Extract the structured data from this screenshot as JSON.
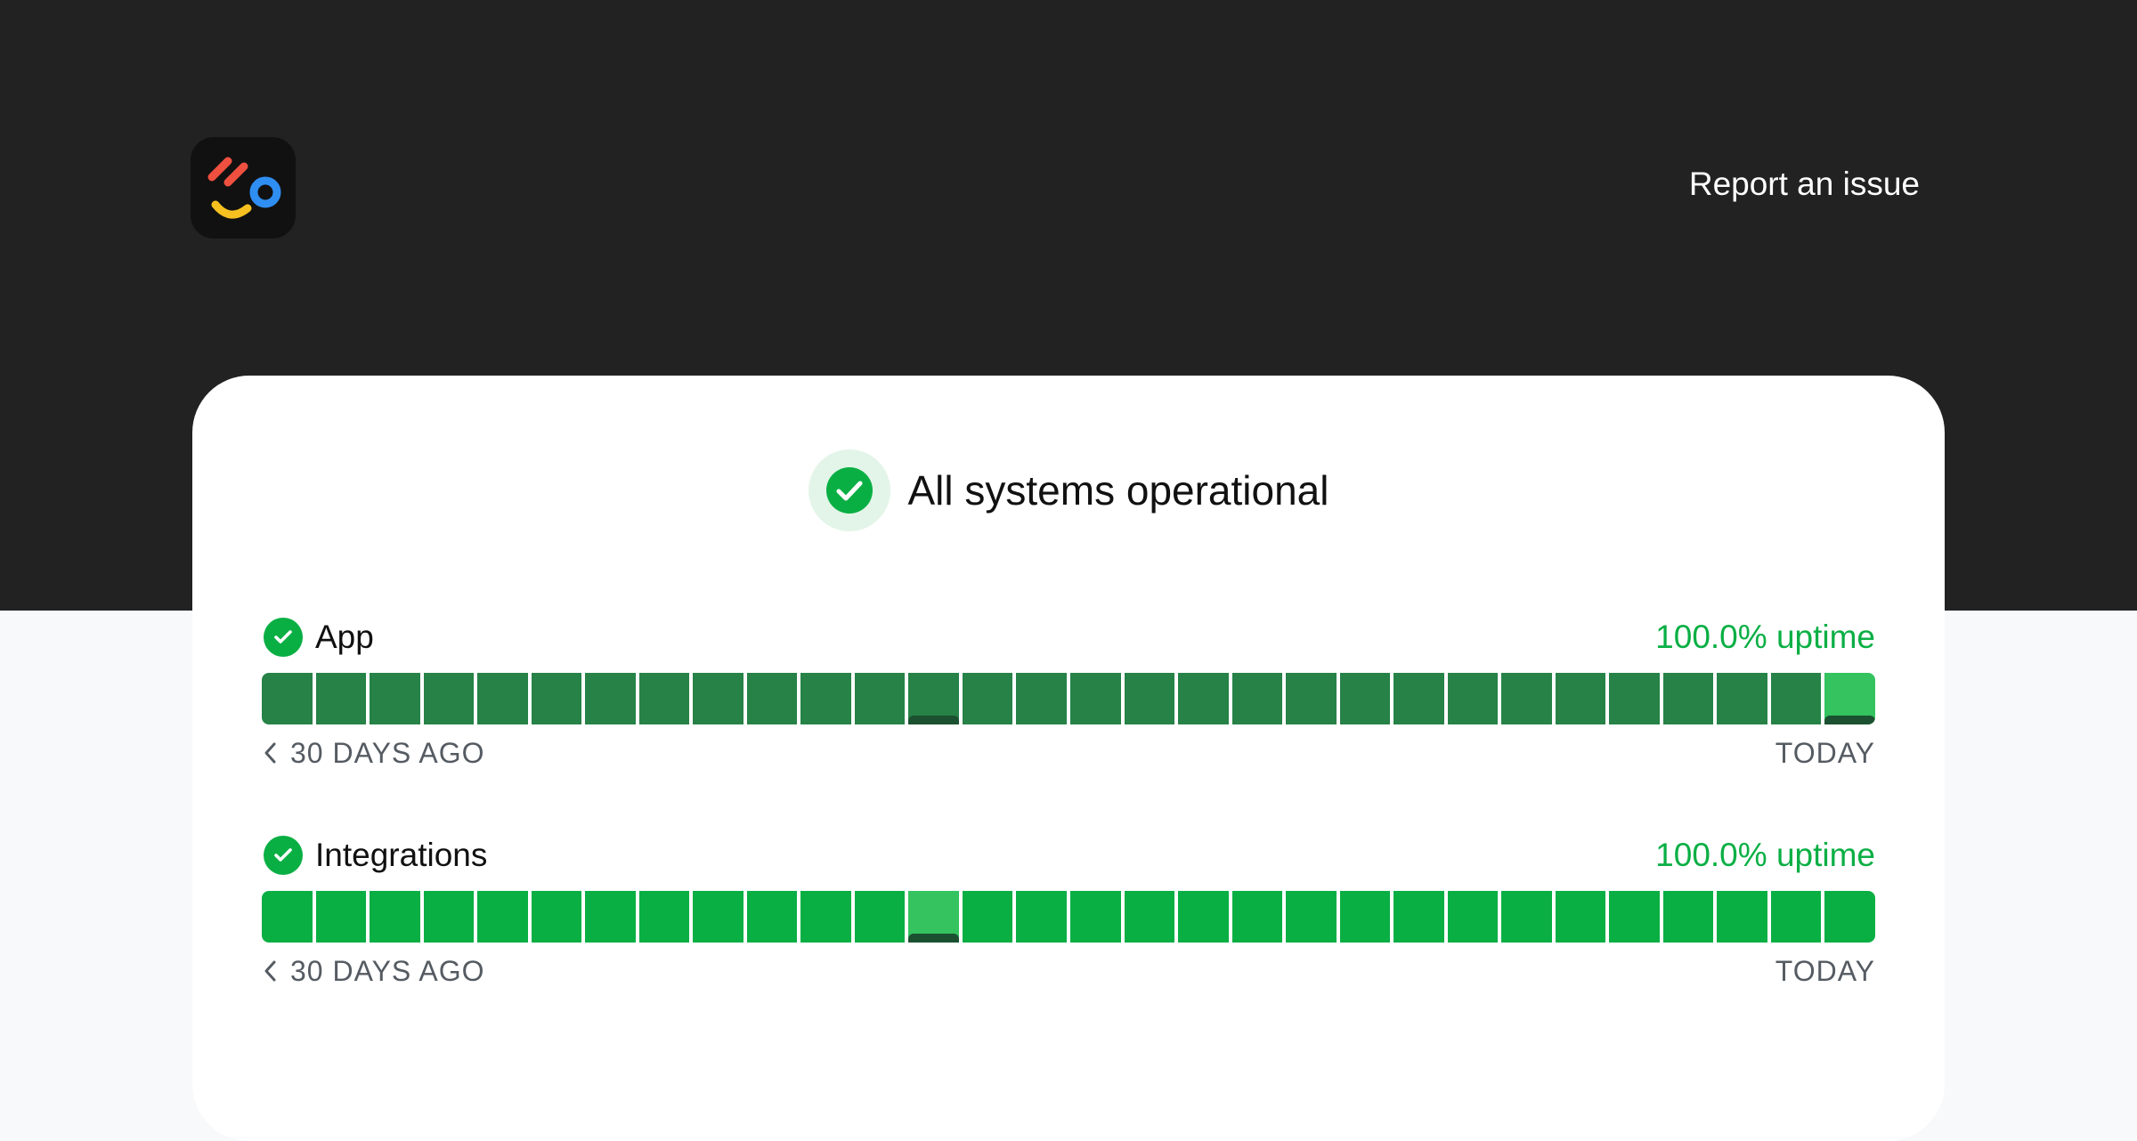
{
  "header": {
    "logo_icon": "app-logo-icon",
    "report_link_label": "Report an issue"
  },
  "status": {
    "title": "All systems operational",
    "icon": "check-circle-icon"
  },
  "components": [
    {
      "name": "App",
      "uptime": "100.0% uptime",
      "range_start_label": "30 DAYS AGO",
      "range_end_label": "TODAY",
      "days": [
        "dark",
        "dark",
        "dark",
        "dark",
        "dark",
        "dark",
        "dark",
        "dark",
        "dark",
        "dark",
        "dark",
        "dark",
        "dark-marked",
        "dark",
        "dark",
        "dark",
        "dark",
        "dark",
        "dark",
        "dark",
        "dark",
        "dark",
        "dark",
        "dark",
        "dark",
        "dark",
        "dark",
        "dark",
        "dark",
        "light-marked"
      ]
    },
    {
      "name": "Integrations",
      "uptime": "100.0% uptime",
      "range_start_label": "30 DAYS AGO",
      "range_end_label": "TODAY",
      "days": [
        "green",
        "green",
        "green",
        "green",
        "green",
        "green",
        "green",
        "green",
        "green",
        "green",
        "green",
        "green",
        "light-marked",
        "green",
        "green",
        "green",
        "green",
        "green",
        "green",
        "green",
        "green",
        "green",
        "green",
        "green",
        "green",
        "green",
        "green",
        "green",
        "green",
        "green"
      ]
    }
  ],
  "colors": {
    "dark": "#268247",
    "green": "#0aaf44",
    "light": "#34c35f",
    "mark": "#1b5130",
    "accent": "#0aaf44"
  }
}
